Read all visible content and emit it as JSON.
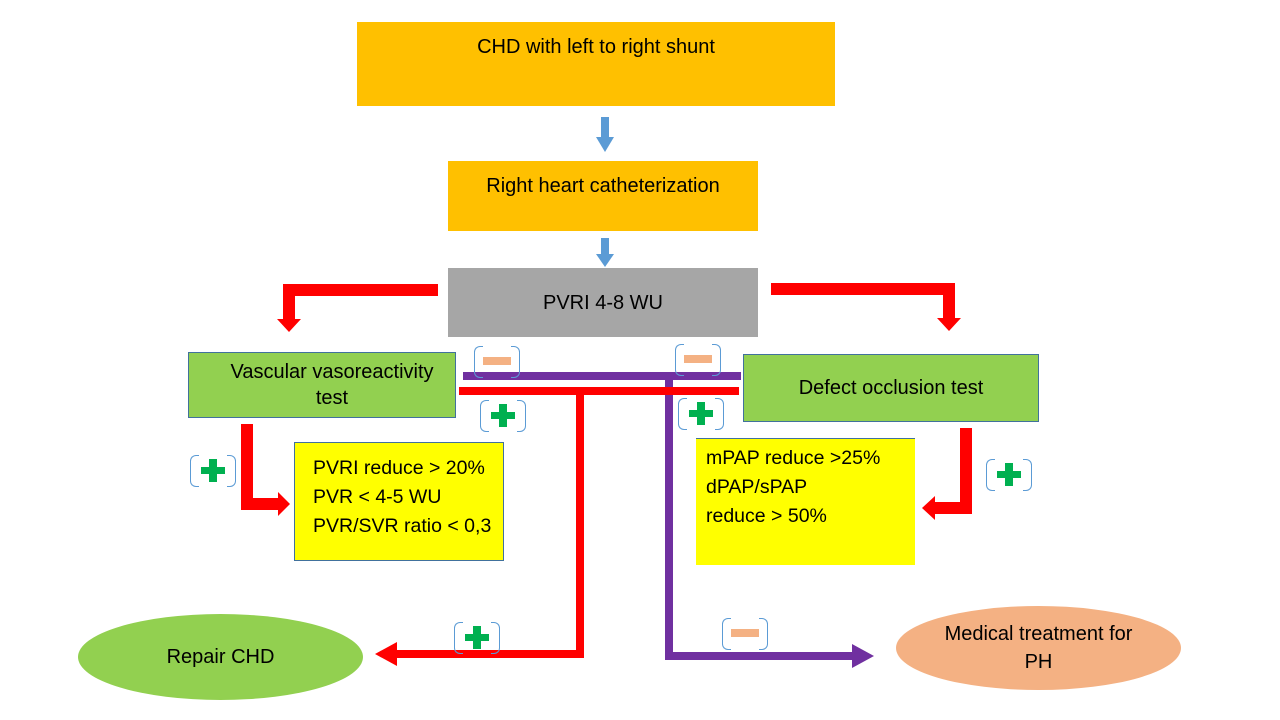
{
  "diagram": {
    "nodes": {
      "start": {
        "label": "CHD with left to right shunt"
      },
      "rhc": {
        "label": "Right heart catheterization"
      },
      "pvri": {
        "label": "PVRI 4-8 WU"
      },
      "vasoreactivity": {
        "label": "Vascular vasoreactivity test"
      },
      "occlusion": {
        "label": "Defect occlusion test"
      },
      "vaso_criteria": {
        "lines": [
          "PVRI reduce > 20%",
          "PVR < 4-5 WU",
          "PVR/SVR ratio < 0,3"
        ]
      },
      "occlusion_criteria": {
        "lines": [
          "mPAP reduce >25%",
          "dPAP/sPAP",
          "reduce  > 50%"
        ]
      },
      "repair": {
        "label": "Repair CHD"
      },
      "medical": {
        "label": "Medical treatment for PH"
      }
    },
    "badges": {
      "positive": "+",
      "negative": "−"
    },
    "colors": {
      "orange": "#FFC000",
      "gray": "#A6A6A6",
      "green": "#92D050",
      "yellow": "#FFFF00",
      "salmon": "#F4B183",
      "red_arrow": "#FF0000",
      "purple_arrow": "#7030A0",
      "blue_arrow": "#5B9BD5",
      "plus_green": "#00B050"
    }
  }
}
